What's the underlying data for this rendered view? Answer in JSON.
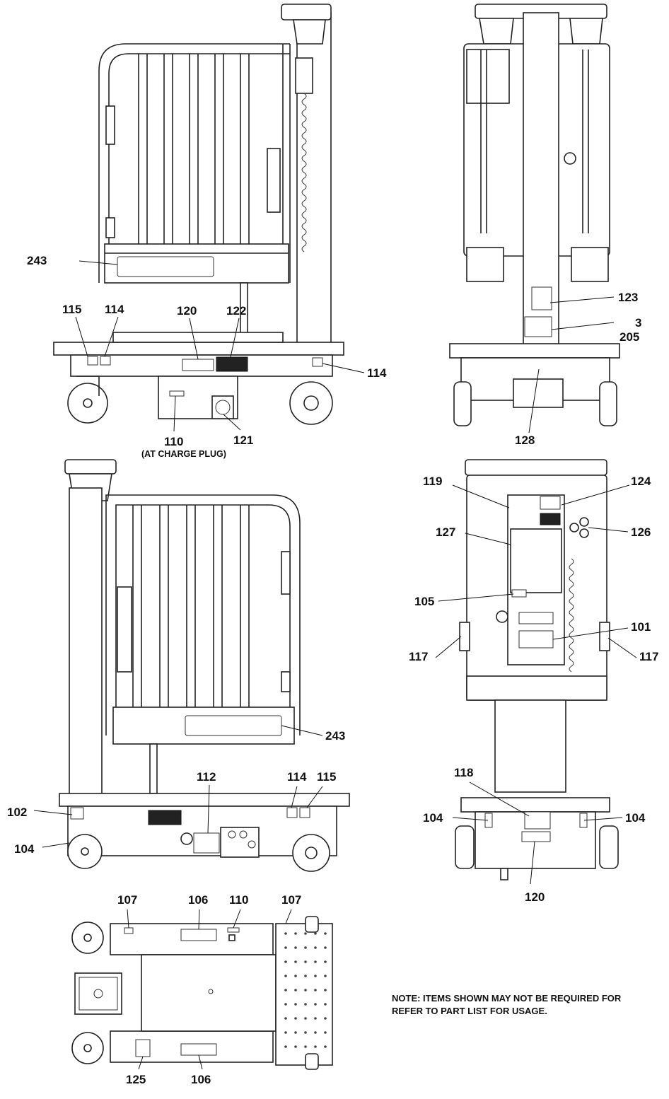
{
  "callouts": {
    "tl_243": "243",
    "tl_115": "115",
    "tl_114a": "114",
    "tl_120": "120",
    "tl_122": "122",
    "tl_114b": "114",
    "tl_110": "110",
    "tl_110_note": "(AT CHARGE PLUG)",
    "tl_121": "121",
    "tr_123": "123",
    "tr_3": "3",
    "tr_205": "205",
    "tr_128": "128",
    "mr_119": "119",
    "mr_124": "124",
    "mr_127": "127",
    "mr_126": "126",
    "mr_105": "105",
    "mr_101": "101",
    "mr_117a": "117",
    "mr_117b": "117",
    "ml_243": "243",
    "ml_112": "112",
    "ml_114": "114",
    "ml_115": "115",
    "ml_102": "102",
    "ml_104": "104",
    "br_118": "118",
    "br_104a": "104",
    "br_104b": "104",
    "br_120": "120",
    "bl_107a": "107",
    "bl_106a": "106",
    "bl_110": "110",
    "bl_107b": "107",
    "bl_125": "125",
    "bl_106b": "106"
  },
  "note": {
    "line1": "NOTE: ITEMS SHOWN MAY NOT BE  REQUIRED FOR",
    "line2": "REFER TO PART LIST FOR USAGE."
  }
}
